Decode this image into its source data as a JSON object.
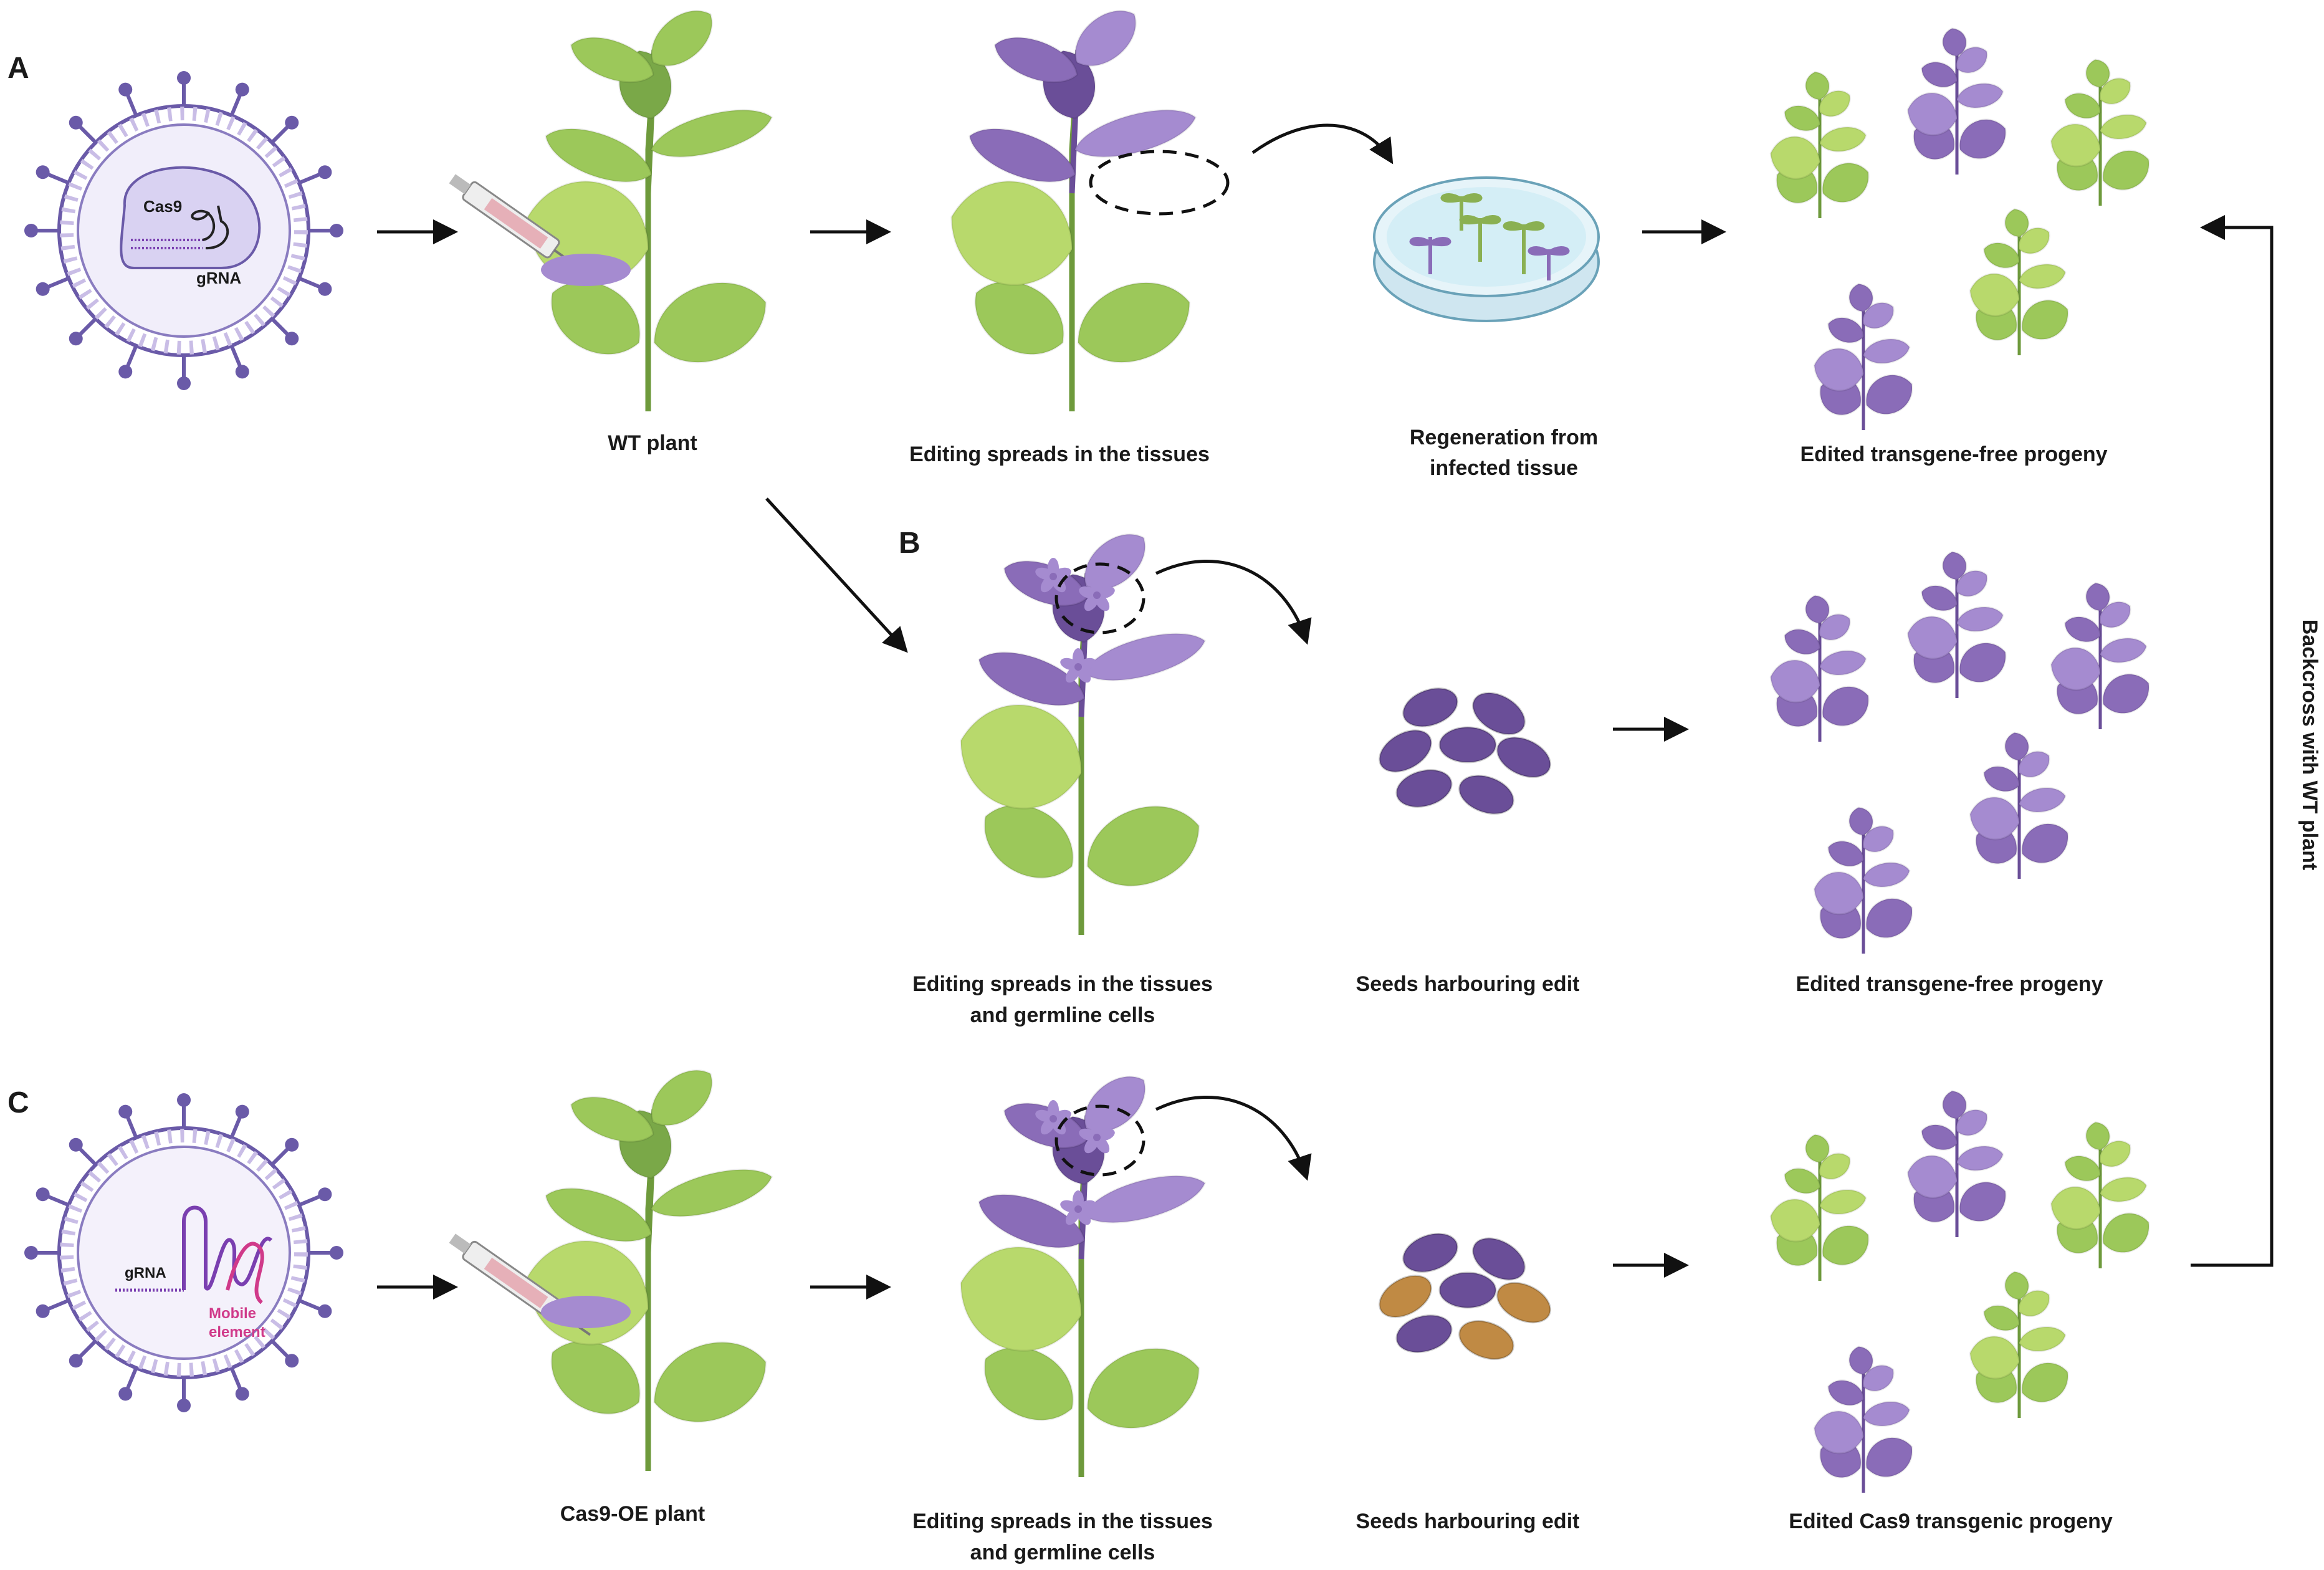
{
  "panels": {
    "a": "A",
    "b": "B",
    "c": "C"
  },
  "row_a": {
    "virus": {
      "protein": "Cas9",
      "rna": "gRNA"
    },
    "labels": [
      "WT plant",
      "Editing spreads in the tissues",
      "Regeneration from",
      "infected tissue",
      "Edited transgene-free progeny"
    ]
  },
  "row_b": {
    "labels": [
      "Editing spreads in the tissues",
      "and germline cells",
      "Seeds harbouring edit",
      "Edited transgene-free progeny"
    ]
  },
  "row_c": {
    "virus": {
      "rna": "gRNA",
      "element_line1": "Mobile",
      "element_line2": "element"
    },
    "labels": [
      "Cas9-OE plant",
      "Editing spreads in the tissues",
      "and germline cells",
      "Seeds harbouring edit",
      "Edited Cas9 transgenic progeny"
    ]
  },
  "side_label": "Backcross with WT plant",
  "colors": {
    "green_light": "#b8d96c",
    "green": "#9cc85a",
    "green_dark": "#7aa848",
    "stem": "#6e9a3c",
    "purple_light": "#a58bd0",
    "purple": "#8a6cb8",
    "purple_dark": "#6a4e98",
    "virus_ring": "#c9bde6",
    "virus_spike": "#6a5aa8",
    "seed_brown": "#c08a44",
    "arrow": "#111111"
  }
}
